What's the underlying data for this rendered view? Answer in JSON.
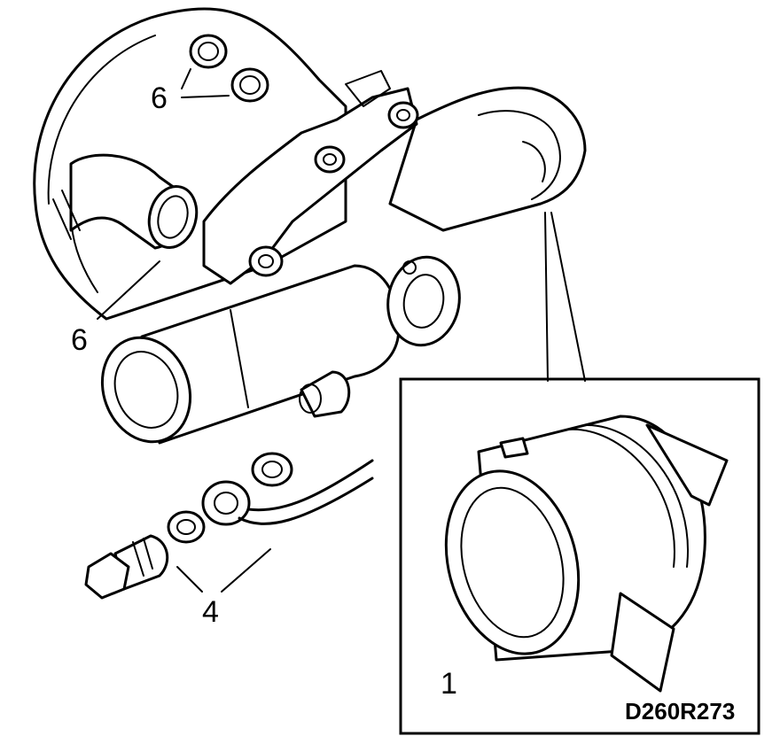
{
  "callouts": {
    "six_top": "6",
    "six_left": "6",
    "four": "4",
    "one": "1"
  },
  "reference_code": "D260R273"
}
